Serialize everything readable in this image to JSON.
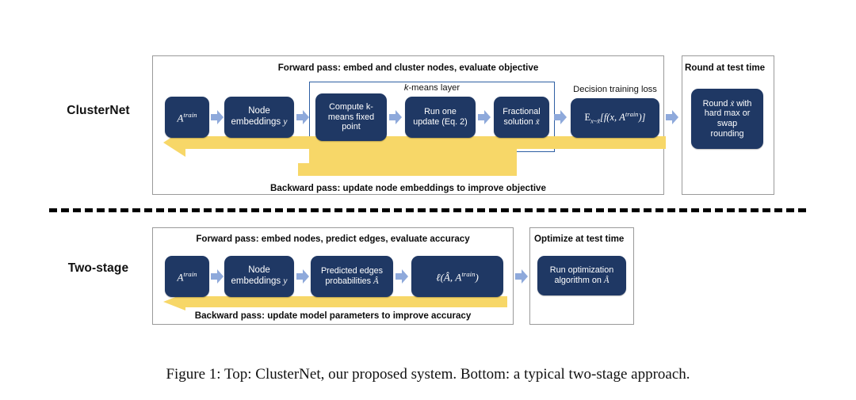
{
  "figure": {
    "caption": "Figure 1: Top: ClusterNet, our proposed system. Bottom: a typical two-stage approach."
  },
  "colors": {
    "navy": "#1f3864",
    "yellow": "#f7d768",
    "periwinkle": "#8ea9db",
    "kmeans_border": "#2e5fa3",
    "frame_border": "#9a9a9a"
  },
  "top": {
    "row_label": "ClusterNet",
    "forward_caption": "Forward pass: embed and cluster nodes, evaluate objective",
    "backward_caption": "Backward pass: update node embeddings to improve objective",
    "kmeans_label": "k-means layer",
    "decision_loss_label": "Decision training loss",
    "boxes": [
      {
        "id": "a-train",
        "text": "A^train"
      },
      {
        "id": "node-embeddings",
        "text": "Node embeddings y"
      },
      {
        "id": "compute-fixed-point",
        "text": "Compute k-means fixed point"
      },
      {
        "id": "run-one-update",
        "text": "Run one update (Eq. 2)"
      },
      {
        "id": "fractional-solution",
        "text": "Fractional solution x̃"
      },
      {
        "id": "decision-loss",
        "text": "E_{x~x̃}[f(x, A^train)]"
      }
    ],
    "test_panel": {
      "caption": "Round at test time",
      "box_text": "Round x̃ with hard max or swap rounding"
    }
  },
  "bottom": {
    "row_label": "Two-stage",
    "forward_caption": "Forward pass: embed nodes, predict edges, evaluate accuracy",
    "backward_caption": "Backward pass: update model parameters to improve accuracy",
    "boxes": [
      {
        "id": "a-train",
        "text": "A^train"
      },
      {
        "id": "node-embeddings",
        "text": "Node embeddings y"
      },
      {
        "id": "predicted-edges",
        "text": "Predicted edges probabilities Â"
      },
      {
        "id": "loss",
        "text": "ℓ(Â, A^train)"
      }
    ],
    "test_panel": {
      "caption": "Optimize at test time",
      "box_text": "Run optimization algorithm on Â"
    }
  }
}
